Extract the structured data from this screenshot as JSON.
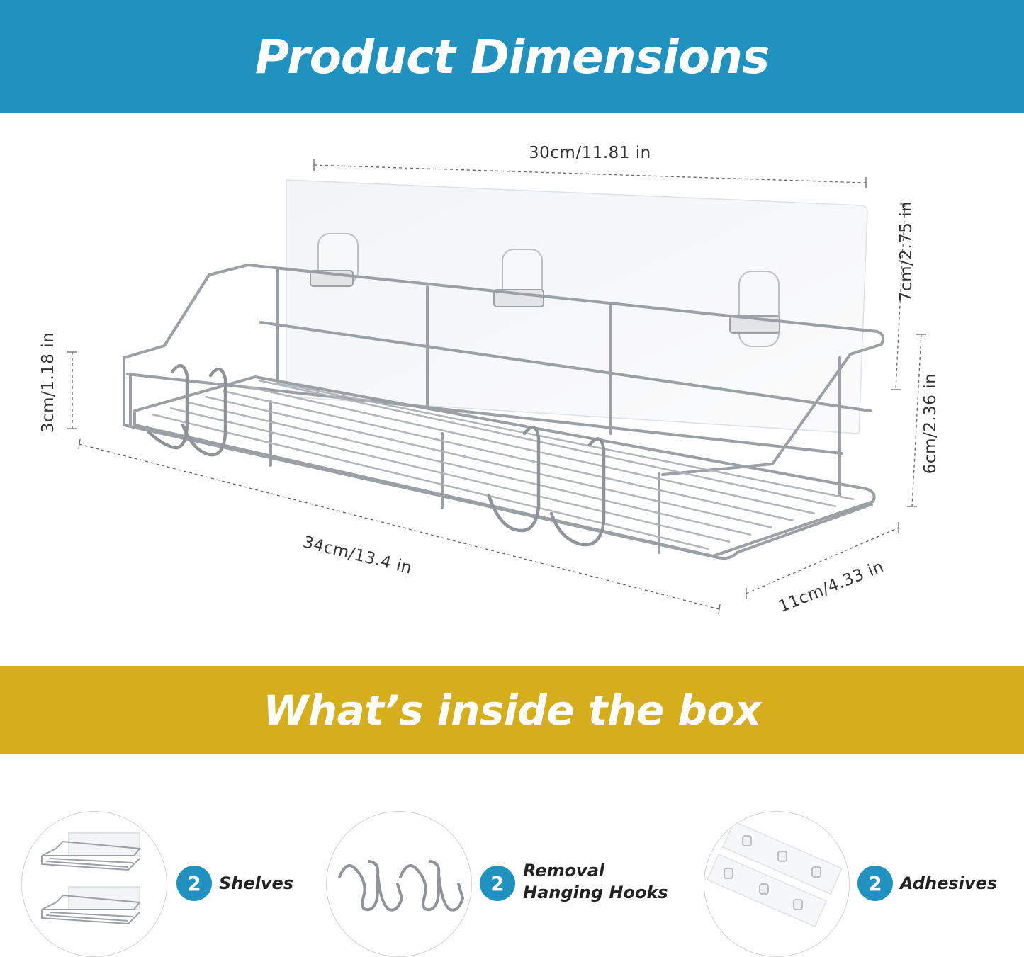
{
  "colors": {
    "top_banner": "#2192bf",
    "mid_banner": "#d4ae1c",
    "badge": "#2192bf"
  },
  "header": {
    "title": "Product Dimensions"
  },
  "dimensions": {
    "width_top": "30cm/11.81 in",
    "height_backplate": "7cm/2.75 in",
    "height_basket": "6cm/2.36 in",
    "hook_height": "3cm/1.18 in",
    "length_front": "34cm/13.4 in",
    "depth": "11cm/4.33 in"
  },
  "contents": {
    "title": "What’s inside the box",
    "items": [
      {
        "count": "2",
        "label": "Shelves",
        "icon": "shelves-icon"
      },
      {
        "count": "2",
        "label_line1": "Removal",
        "label_line2": "Hanging Hooks",
        "icon": "hooks-icon"
      },
      {
        "count": "2",
        "label": "Adhesives",
        "icon": "adhesives-icon"
      }
    ]
  }
}
